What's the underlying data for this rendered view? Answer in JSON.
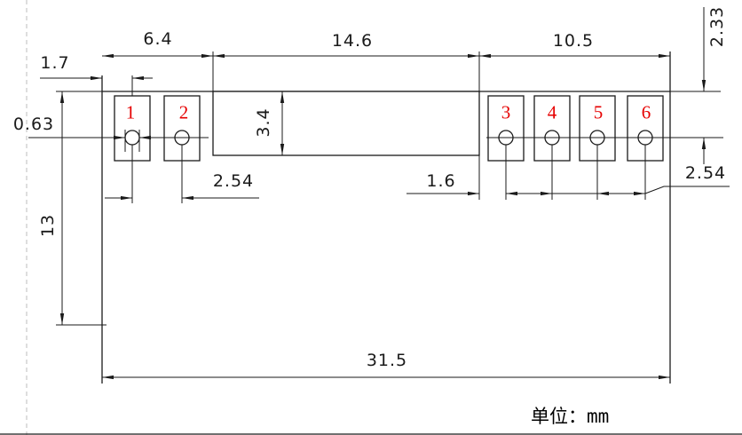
{
  "drawing": {
    "unit_note": {
      "prefix": "单位：",
      "value": "mm"
    },
    "pads": [
      {
        "number": "1"
      },
      {
        "number": "2"
      },
      {
        "number": "3"
      },
      {
        "number": "4"
      },
      {
        "number": "5"
      },
      {
        "number": "6"
      }
    ],
    "dimensions": {
      "pin1_offset_from_left_edge": "1.7",
      "left_section_width": "6.4",
      "center_section_width": "14.6",
      "right_section_width": "10.5",
      "hole_row_offset_from_top": "2.33",
      "hole_diameter": "0.63",
      "center_section_height": "3.4",
      "left_pad_pitch": "2.54",
      "right_first_pad_offset": "1.6",
      "right_pad_pitch": "2.54",
      "body_height": "13",
      "body_width": "31.5"
    }
  },
  "colors": {
    "line": "#1a1a1a",
    "dim_text": "#1a1a1a",
    "pad_number": "#e60000",
    "frame_dash": "#c8c8c8"
  }
}
